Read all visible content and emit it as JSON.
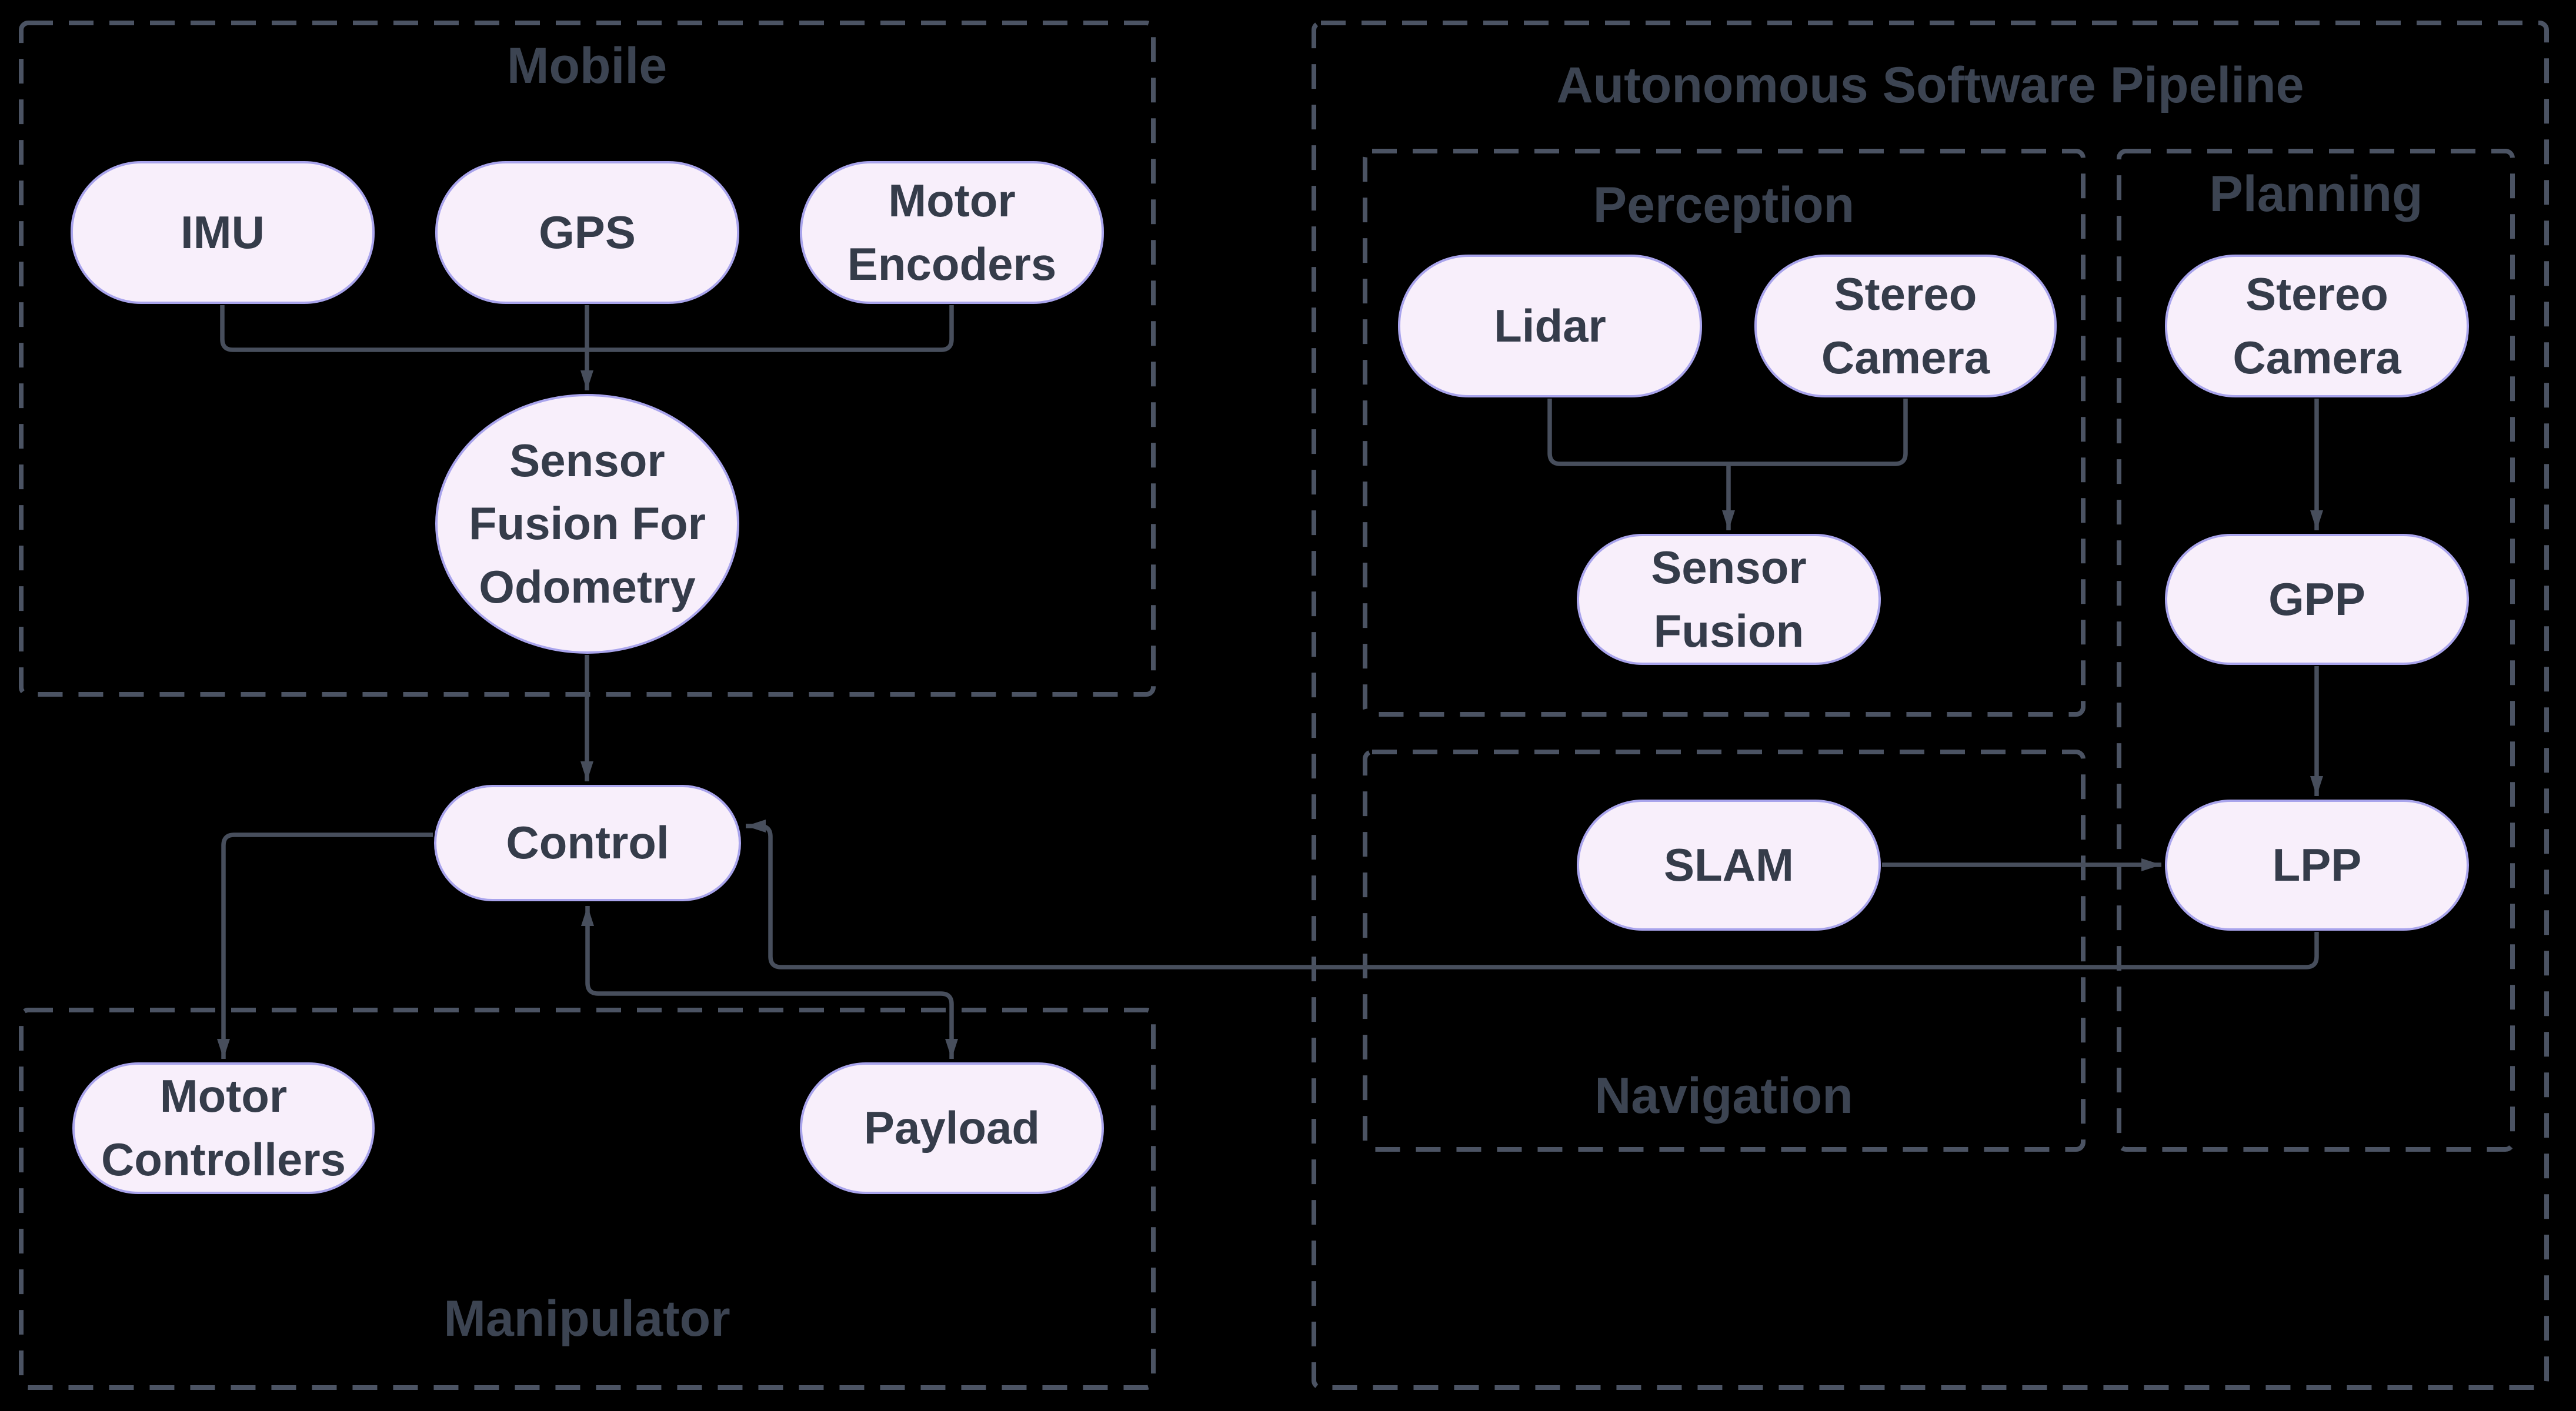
{
  "diagram": {
    "type": "flowchart",
    "containers": {
      "mobile": {
        "title": "Mobile",
        "title_position": "top"
      },
      "autonomous_software_pipeline": {
        "title": "Autonomous Software Pipeline",
        "title_position": "top"
      },
      "perception": {
        "title": "Perception",
        "title_position": "top"
      },
      "planning": {
        "title": "Planning",
        "title_position": "top"
      },
      "navigation": {
        "title": "Navigation",
        "title_position": "bottom"
      },
      "manipulator": {
        "title": "Manipulator",
        "title_position": "bottom"
      }
    },
    "nodes": {
      "imu": {
        "label": "IMU",
        "container": "mobile"
      },
      "gps": {
        "label": "GPS",
        "container": "mobile"
      },
      "motor_encoders": {
        "label": "Motor Encoders",
        "container": "mobile"
      },
      "sensor_fusion_for_odometry": {
        "label": "Sensor Fusion For Odometry",
        "container": "mobile"
      },
      "control": {
        "label": "Control",
        "container": null
      },
      "motor_controllers": {
        "label": "Motor Controllers",
        "container": "manipulator"
      },
      "payload": {
        "label": "Payload",
        "container": "manipulator"
      },
      "lidar": {
        "label": "Lidar",
        "container": "perception"
      },
      "stereo_camera_perception": {
        "label": "Stereo Camera",
        "container": "perception"
      },
      "sensor_fusion": {
        "label": "Sensor Fusion",
        "container": "perception"
      },
      "slam": {
        "label": "SLAM",
        "container": "navigation"
      },
      "stereo_camera_planning": {
        "label": "Stereo Camera",
        "container": "planning"
      },
      "gpp": {
        "label": "GPP",
        "container": "planning"
      },
      "lpp": {
        "label": "LPP",
        "container": "planning"
      }
    },
    "edges": [
      {
        "from": "imu",
        "to": "sensor_fusion_for_odometry",
        "arrow": "forward"
      },
      {
        "from": "gps",
        "to": "sensor_fusion_for_odometry",
        "arrow": "forward"
      },
      {
        "from": "motor_encoders",
        "to": "sensor_fusion_for_odometry",
        "arrow": "forward"
      },
      {
        "from": "sensor_fusion_for_odometry",
        "to": "control",
        "arrow": "forward"
      },
      {
        "from": "control",
        "to": "motor_controllers",
        "arrow": "forward"
      },
      {
        "from": "control",
        "to": "payload",
        "arrow": "bidirectional"
      },
      {
        "from": "lpp",
        "to": "control",
        "arrow": "forward"
      },
      {
        "from": "lidar",
        "to": "sensor_fusion",
        "arrow": "forward"
      },
      {
        "from": "stereo_camera_perception",
        "to": "sensor_fusion",
        "arrow": "forward"
      },
      {
        "from": "sensor_fusion",
        "to": "slam",
        "arrow": "forward"
      },
      {
        "from": "slam",
        "to": "lpp",
        "arrow": "forward"
      },
      {
        "from": "stereo_camera_planning",
        "to": "gpp",
        "arrow": "forward"
      },
      {
        "from": "gpp",
        "to": "lpp",
        "arrow": "forward"
      }
    ],
    "colors": {
      "background": "#000000",
      "node_fill": "#f8effb",
      "node_border": "#a9a4ec",
      "node_text": "#353c4a",
      "container_border": "#4b5363",
      "container_title_text": "#3c4452",
      "edge_line": "#474e5c"
    }
  }
}
